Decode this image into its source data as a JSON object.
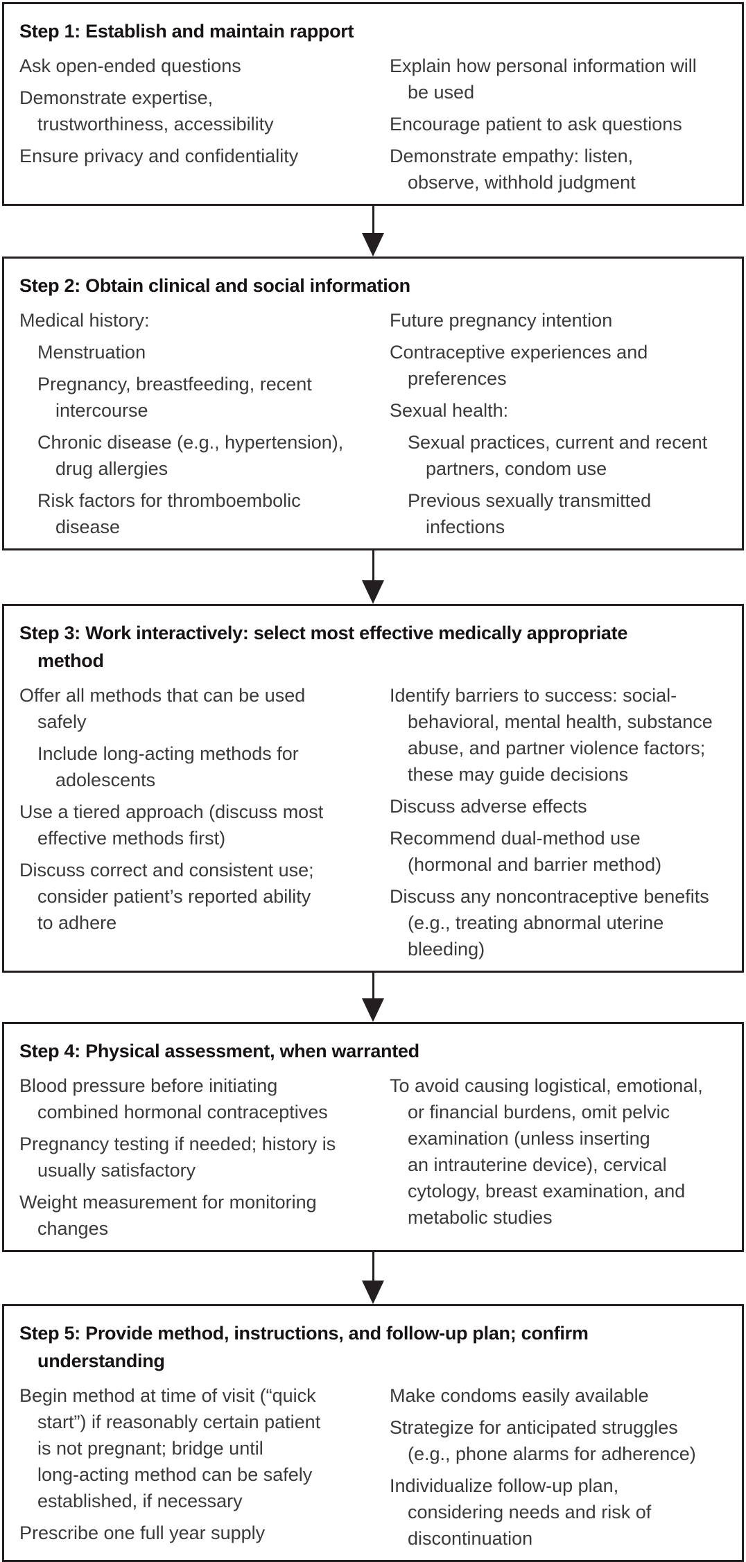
{
  "figure": {
    "colors": {
      "border": "#231f20",
      "title_text": "#171314",
      "body_text": "#3a3a3a",
      "background": "#ffffff"
    },
    "steps": [
      {
        "title": "Step 1: Establish and maintain rapport",
        "left": [
          {
            "text": "Ask open-ended questions",
            "sub": false
          },
          {
            "text": "Demonstrate expertise,\ntrustworthiness, accessibility",
            "sub": false
          },
          {
            "text": "Ensure privacy and confidentiality",
            "sub": false
          }
        ],
        "right": [
          {
            "text": "Explain how personal information will\nbe used",
            "sub": false
          },
          {
            "text": "Encourage patient to ask questions",
            "sub": false
          },
          {
            "text": "Demonstrate empathy: listen,\nobserve, withhold judgment",
            "sub": false
          }
        ]
      },
      {
        "title": "Step 2: Obtain clinical and social information",
        "left": [
          {
            "text": "Medical history:",
            "sub": false
          },
          {
            "text": "Menstruation",
            "sub": true
          },
          {
            "text": "Pregnancy, breastfeeding, recent\nintercourse",
            "sub": true
          },
          {
            "text": "Chronic disease (e.g., hypertension),\ndrug allergies",
            "sub": true
          },
          {
            "text": "Risk factors for thromboembolic\ndisease",
            "sub": true
          }
        ],
        "right": [
          {
            "text": "Future pregnancy intention",
            "sub": false
          },
          {
            "text": "Contraceptive experiences and\npreferences",
            "sub": false
          },
          {
            "text": "Sexual health:",
            "sub": false
          },
          {
            "text": "Sexual practices, current and recent\npartners, condom use",
            "sub": true
          },
          {
            "text": "Previous sexually transmitted\ninfections",
            "sub": true
          }
        ]
      },
      {
        "title": "Step 3: Work interactively: select most effective medically appropriate\nmethod",
        "left": [
          {
            "text": "Offer all methods that can be used\nsafely",
            "sub": false
          },
          {
            "text": "Include long-acting methods for\nadolescents",
            "sub": true
          },
          {
            "text": "Use a tiered approach (discuss most\neffective methods first)",
            "sub": false
          },
          {
            "text": "Discuss correct and consistent use;\nconsider patient’s reported ability\nto adhere",
            "sub": false
          }
        ],
        "right": [
          {
            "text": "Identify barriers to success: social-\nbehavioral, mental health, substance\nabuse, and partner violence factors;\nthese may guide decisions",
            "sub": false
          },
          {
            "text": "Discuss adverse effects",
            "sub": false
          },
          {
            "text": "Recommend dual-method use\n(hormonal and barrier method)",
            "sub": false
          },
          {
            "text": "Discuss any noncontraceptive benefits\n(e.g., treating abnormal uterine\nbleeding)",
            "sub": false
          }
        ]
      },
      {
        "title": "Step 4: Physical assessment, when warranted",
        "left": [
          {
            "text": "Blood pressure before initiating\ncombined hormonal contraceptives",
            "sub": false
          },
          {
            "text": "Pregnancy testing if needed; history is\nusually satisfactory",
            "sub": false
          },
          {
            "text": "Weight measurement for monitoring\nchanges",
            "sub": false
          }
        ],
        "right": [
          {
            "text": "To avoid causing logistical, emotional,\nor financial burdens, omit pelvic\nexamination (unless inserting\nan intrauterine device), cervical\ncytology, breast examination, and\nmetabolic studies",
            "sub": false
          }
        ]
      },
      {
        "title": "Step 5: Provide method, instructions, and follow-up plan; confirm\nunderstanding",
        "left": [
          {
            "text": "Begin method at time of visit (“quick\nstart”) if reasonably certain patient\nis not pregnant; bridge until\nlong-acting method can be safely\nestablished, if necessary",
            "sub": false
          },
          {
            "text": "Prescribe one full year supply",
            "sub": false
          }
        ],
        "right": [
          {
            "text": "Make condoms easily available",
            "sub": false
          },
          {
            "text": "Strategize for anticipated struggles\n(e.g., phone alarms for adherence)",
            "sub": false
          },
          {
            "text": "Individualize follow-up plan,\nconsidering needs and risk of\ndiscontinuation",
            "sub": false
          }
        ]
      }
    ]
  }
}
